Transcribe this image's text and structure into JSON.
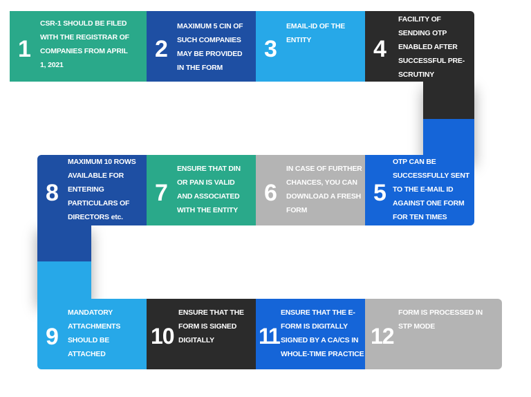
{
  "colors": {
    "teal": "#2aa98a",
    "navy": "#1e4fa3",
    "sky": "#27a8e8",
    "dark": "#2b2b2b",
    "blue": "#1565d8",
    "gray": "#b4b4b4"
  },
  "steps": [
    {
      "number": "1",
      "lines": [
        "CSR-1 SHOULD BE FILED",
        "WITH THE REGISTRAR OF",
        "COMPANIES FROM APRIL",
        "1, 2021"
      ],
      "color": "teal"
    },
    {
      "number": "2",
      "lines": [
        "MAXIMUM 5 CIN OF",
        "SUCH COMPANIES",
        "MAY BE PROVIDED",
        "IN THE FORM"
      ],
      "color": "navy"
    },
    {
      "number": "3",
      "lines": [
        "EMAIL-ID OF THE",
        "ENTITY"
      ],
      "color": "sky"
    },
    {
      "number": "4",
      "lines": [
        "FACILITY OF",
        "SENDING OTP",
        "ENABLED  AFTER",
        "SUCCESSFUL PRE-",
        "SCRUTINY"
      ],
      "color": "dark"
    },
    {
      "number": "5",
      "lines": [
        "OTP CAN BE",
        "SUCCESSFULLY SENT",
        "TO THE E-MAIL ID",
        "AGAINST ONE FORM",
        "FOR TEN TIMES"
      ],
      "color": "blue"
    },
    {
      "number": "6",
      "lines": [
        "IN CASE OF FURTHER",
        "CHANCES, YOU CAN",
        "DOWNLOAD A FRESH",
        "FORM"
      ],
      "color": "gray"
    },
    {
      "number": "7",
      "lines": [
        "ENSURE THAT DIN",
        "OR PAN IS VALID",
        "AND ASSOCIATED",
        "WITH THE ENTITY"
      ],
      "color": "teal"
    },
    {
      "number": "8",
      "lines": [
        "MAXIMUM 10 ROWS",
        "AVAILABLE FOR",
        "ENTERING",
        "PARTICULARS OF",
        "DIRECTORS etc."
      ],
      "color": "navy"
    },
    {
      "number": "9",
      "lines": [
        "MANDATORY",
        "ATTACHMENTS",
        "SHOULD BE",
        "ATTACHED"
      ],
      "color": "sky"
    },
    {
      "number": "10",
      "lines": [
        "ENSURE THAT THE",
        "FORM IS SIGNED",
        "DIGITALLY"
      ],
      "color": "dark"
    },
    {
      "number": "11",
      "lines": [
        "ENSURE THAT THE E-",
        "FORM IS DIGITALLY",
        "SIGNED BY A CA/CS IN",
        "WHOLE-TIME PRACTICE"
      ],
      "color": "blue"
    },
    {
      "number": "12",
      "lines": [
        "FORM IS PROCESSED IN",
        "STP MODE"
      ],
      "color": "gray"
    }
  ]
}
